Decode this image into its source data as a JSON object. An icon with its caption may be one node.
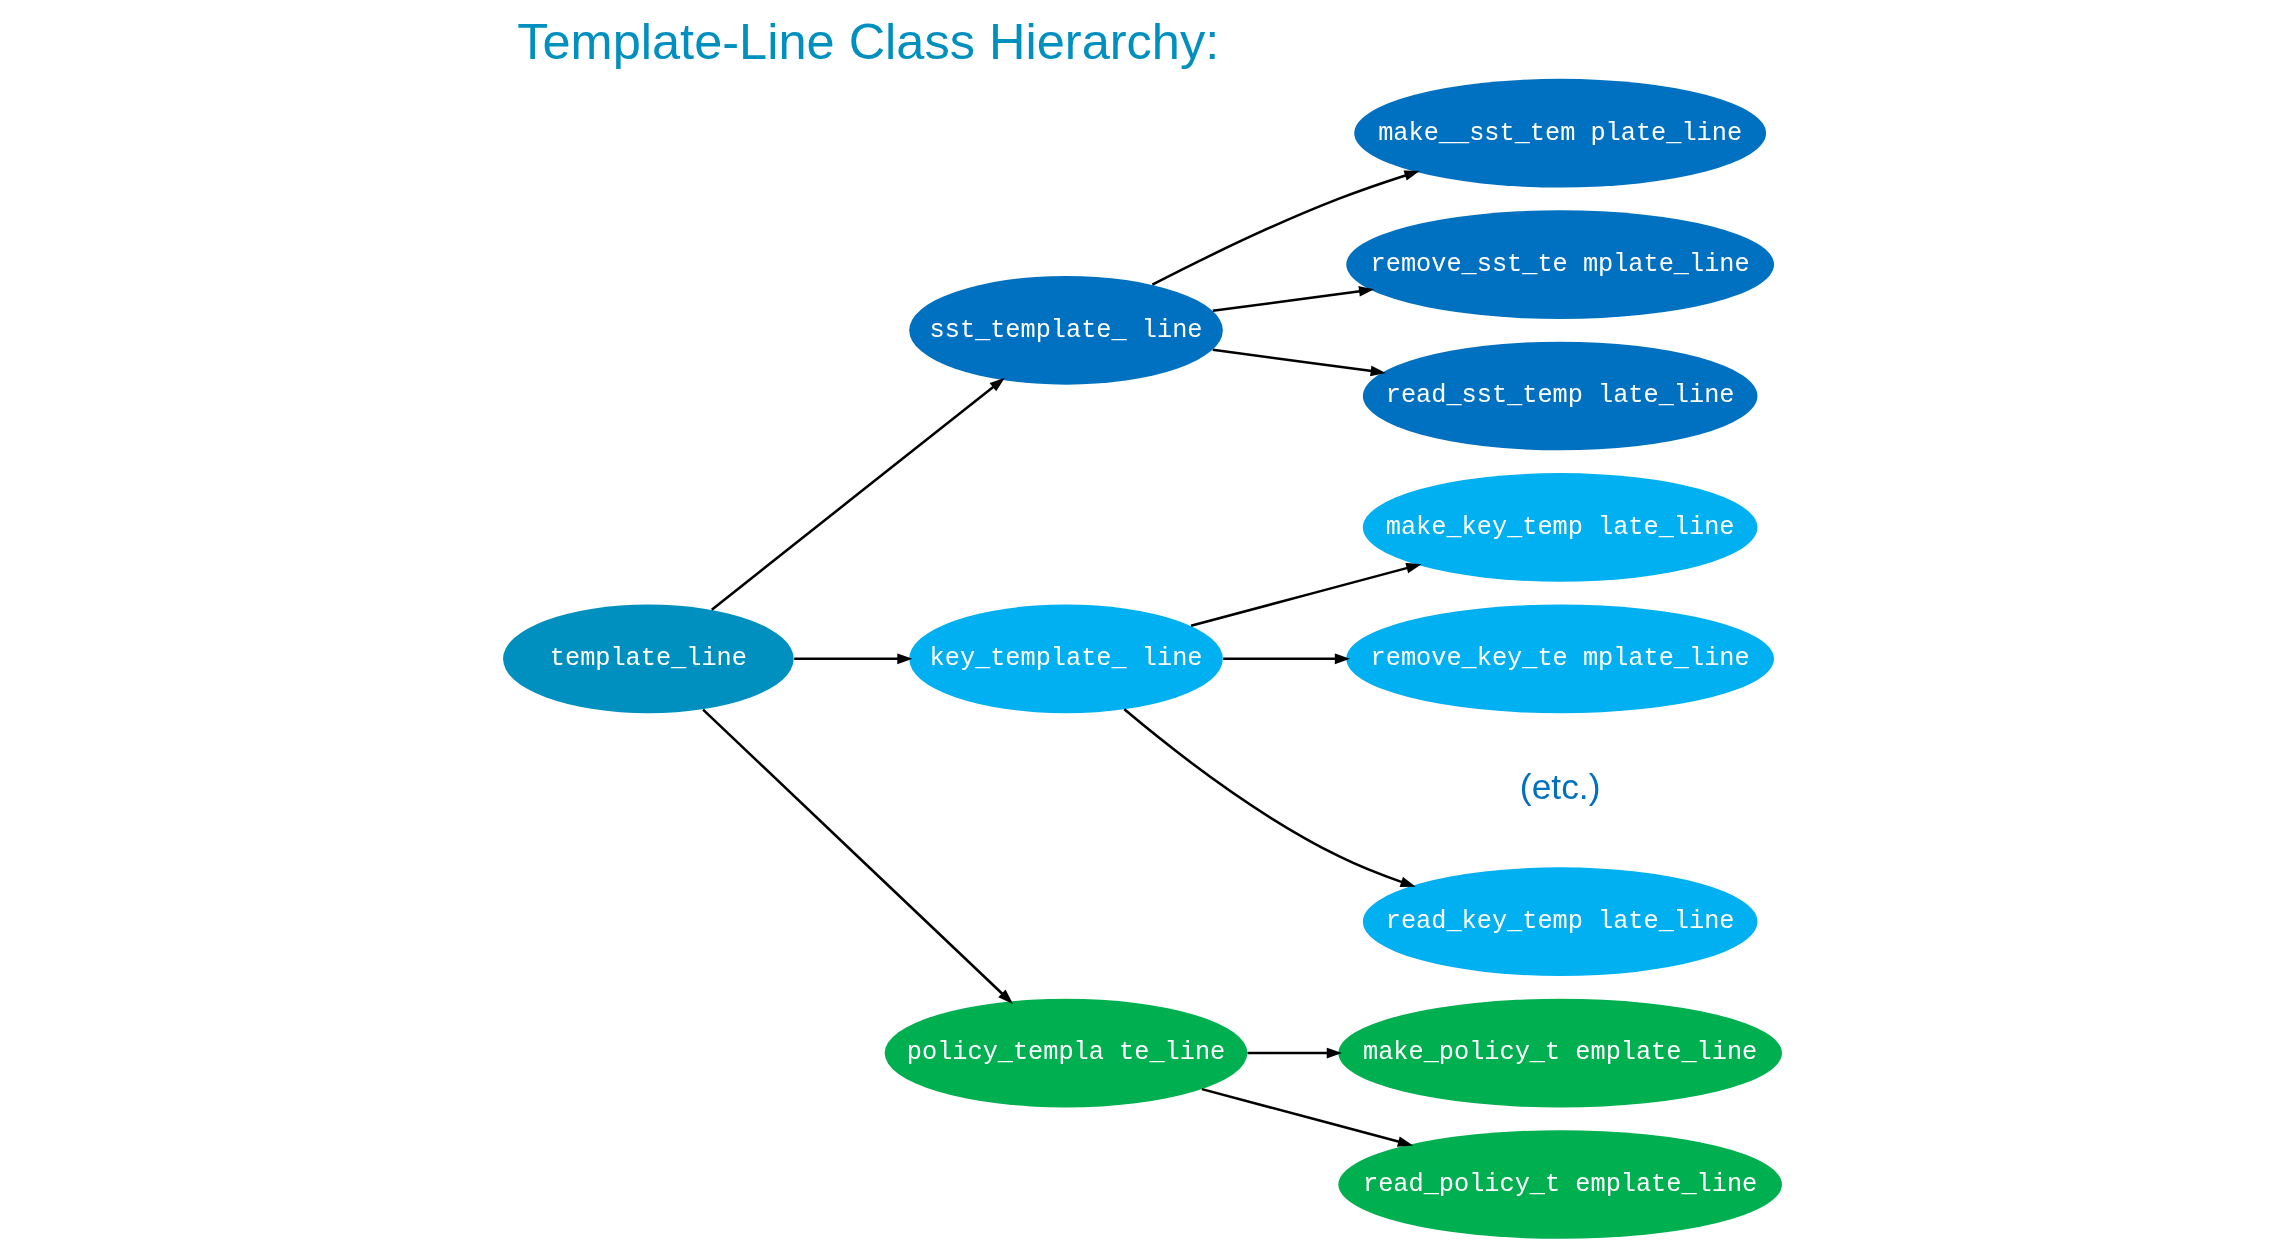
{
  "diagram": {
    "title": "Template-Line Class Hierarchy:",
    "nodes": [
      {
        "text": [
          "template_line"
        ]
      },
      {
        "text": [
          "sst_template_ line"
        ]
      },
      {
        "text": [
          "make__sst_tem plate_line"
        ]
      },
      {
        "text": [
          "remove_sst_te mplate_line"
        ]
      },
      {
        "text": [
          "read_sst_temp late_line"
        ]
      },
      {
        "text": [
          "key_template_ line"
        ]
      },
      {
        "text": [
          "make_key_temp late_line"
        ]
      },
      {
        "text": [
          "remove_key_te mplate_line"
        ]
      },
      {
        "text": [
          "read_key_temp late_line"
        ]
      },
      {
        "text": [
          "policy_templa te_line"
        ]
      },
      {
        "text": [
          "make_policy_t emplate_line"
        ]
      },
      {
        "text": [
          "read_policy_t emplate_line"
        ]
      }
    ],
    "edges": [
      {
        "from": 0,
        "to": 1,
        "arrow": "to"
      },
      {
        "from": 0,
        "to": 5,
        "arrow": "to"
      },
      {
        "from": 0,
        "to": 9,
        "arrow": "to"
      },
      {
        "from": 1,
        "to": 2,
        "arrow": "to"
      },
      {
        "from": 1,
        "to": 3,
        "arrow": "to"
      },
      {
        "from": 1,
        "to": 4,
        "arrow": "to"
      },
      {
        "from": 5,
        "to": 6,
        "arrow": "to"
      },
      {
        "from": 5,
        "to": 7,
        "arrow": "to"
      },
      {
        "from": 5,
        "to": 8,
        "arrow": "to"
      },
      {
        "from": 9,
        "to": 10,
        "arrow": "to"
      },
      {
        "from": 9,
        "to": 11,
        "arrow": "to"
      }
    ],
    "labels": [
      "(etc.)"
    ]
  }
}
